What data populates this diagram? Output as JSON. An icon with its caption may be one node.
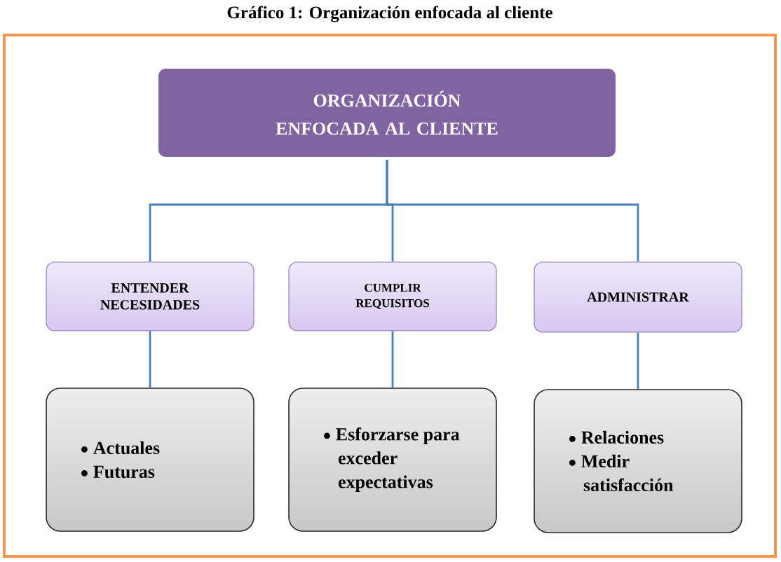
{
  "diagram": {
    "title": "Gráfico 1: Organización enfocada al cliente",
    "nodes": [
      {
        "text": [
          "ORGANIZACIÓN ENFOCADA AL CLIENTE"
        ]
      },
      {
        "text": [
          "ENTENDER NECESIDADES"
        ]
      },
      {
        "text": [
          "CUMPLIR REQUISITOS"
        ]
      },
      {
        "text": [
          "ADMINISTRAR"
        ]
      },
      {
        "text": [
          "Actuales",
          "Futuras"
        ]
      },
      {
        "text": [
          "Esforzarse para exceder expectativas"
        ]
      },
      {
        "text": [
          "Relaciones",
          "Medir satisfacción"
        ]
      }
    ],
    "edges": [
      {
        "from": 0,
        "to": 1,
        "arrow": "none",
        "color": "#4a7ebb"
      },
      {
        "from": 0,
        "to": 2,
        "arrow": "none",
        "color": "#4a7ebb"
      },
      {
        "from": 0,
        "to": 3,
        "arrow": "none",
        "color": "#4a7ebb"
      },
      {
        "from": 1,
        "to": 4,
        "arrow": "none",
        "color": "#4a7ebb"
      },
      {
        "from": 2,
        "to": 5,
        "arrow": "none",
        "color": "#4a7ebb"
      },
      {
        "from": 3,
        "to": 6,
        "arrow": "none",
        "color": "#4a7ebb"
      }
    ]
  }
}
